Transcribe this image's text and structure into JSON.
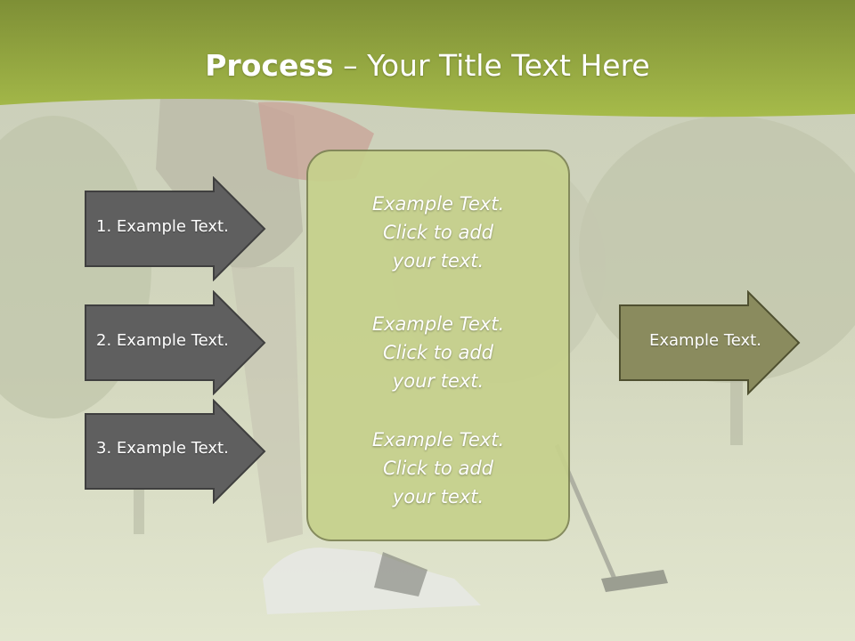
{
  "slide": {
    "title_bold": "Process",
    "title_rest": " – Your Title Text Here",
    "left_arrows": [
      {
        "label": "1. Example Text."
      },
      {
        "label": "2. Example Text."
      },
      {
        "label": "3. Example Text."
      }
    ],
    "center_blocks": [
      {
        "line1": "Example Text.",
        "line2": "Click  to add",
        "line3": "your text."
      },
      {
        "line1": "Example Text.",
        "line2": "Click  to add",
        "line3": "your text."
      },
      {
        "line1": "Example Text.",
        "line2": "Click  to add",
        "line3": "your text."
      }
    ],
    "right_arrow": {
      "label": "Example Text."
    }
  },
  "colors": {
    "header_green": "#9bb13e",
    "arrow_dark": "#5f5f5f",
    "arrow_olive": "#8a8b5e",
    "box_fill": "#c6d18c"
  }
}
